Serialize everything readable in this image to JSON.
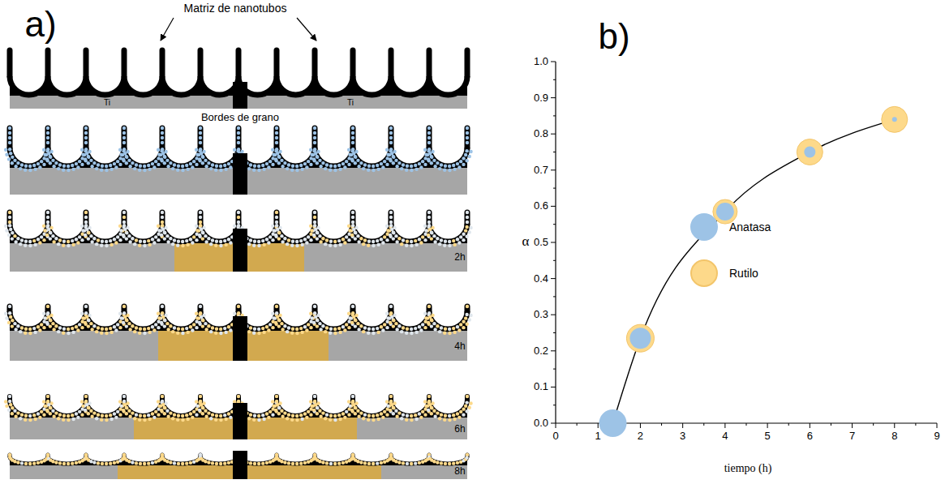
{
  "diagram": {
    "labels": [
      "a)",
      "Matriz de nanotubos",
      "Ti",
      "Bordes de grano",
      "Ti",
      "2h",
      "4h",
      "6h",
      "8h",
      "b)",
      "1.0",
      "0.9",
      "0.8",
      "0.7",
      "0.6",
      "0.5",
      "0.4",
      "0.3",
      "0.2",
      "0.1",
      "0.0",
      "0",
      "1",
      "2",
      "3",
      "4",
      "5",
      "6",
      "7",
      "8",
      "9",
      "α",
      "tiempo (h)"
    ],
    "legend": [
      {
        "text": "Anatasa",
        "color": "#9dc3e6"
      },
      {
        "text": "Rutilo",
        "color": "#fdd98a"
      }
    ]
  }
}
